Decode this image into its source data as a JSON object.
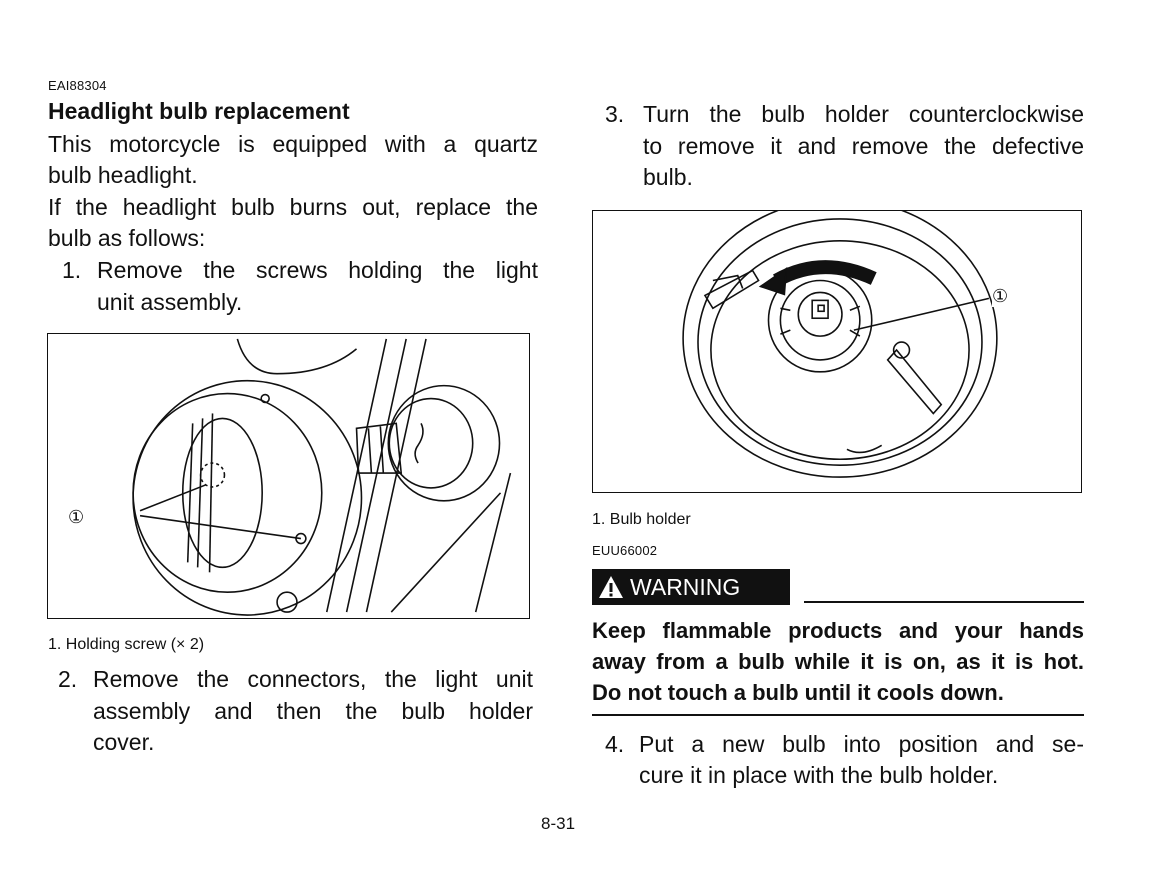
{
  "left": {
    "doc_code": "EAI88304",
    "heading": "Headlight bulb replacement",
    "para1": [
      "This motorcycle is equipped with a quartz",
      "bulb headlight."
    ],
    "para2": [
      "If the headlight bulb burns out, replace the",
      "bulb as follows:"
    ],
    "step1": {
      "num": "1.",
      "lines": [
        "Remove the screws holding the light",
        "unit assembly."
      ]
    },
    "figure1": {
      "callout": "①"
    },
    "caption1": "1.  Holding screw (× 2)",
    "step2": {
      "num": "2.",
      "lines": [
        "Remove the connectors, the light unit",
        "assembly and then the bulb holder",
        "cover."
      ]
    }
  },
  "right": {
    "step3": {
      "num": "3.",
      "lines": [
        "Turn the bulb holder counterclockwise",
        "to remove it and remove the defective",
        "bulb."
      ]
    },
    "figure2": {
      "callout": "①"
    },
    "caption2": "1.  Bulb holder",
    "doc_code": "EUU66002",
    "warning_label": "WARNING",
    "warning_icon": "warning-triangle-icon",
    "warning_lines": [
      "Keep flammable products and your hands",
      "away from a bulb while it is on, as it is hot.",
      "Do not touch a bulb until it cools down."
    ],
    "step4": {
      "num": "4.",
      "lines": [
        "Put a new bulb into position and se-",
        "cure it in place with the bulb holder."
      ]
    }
  },
  "page_number": "8-31"
}
